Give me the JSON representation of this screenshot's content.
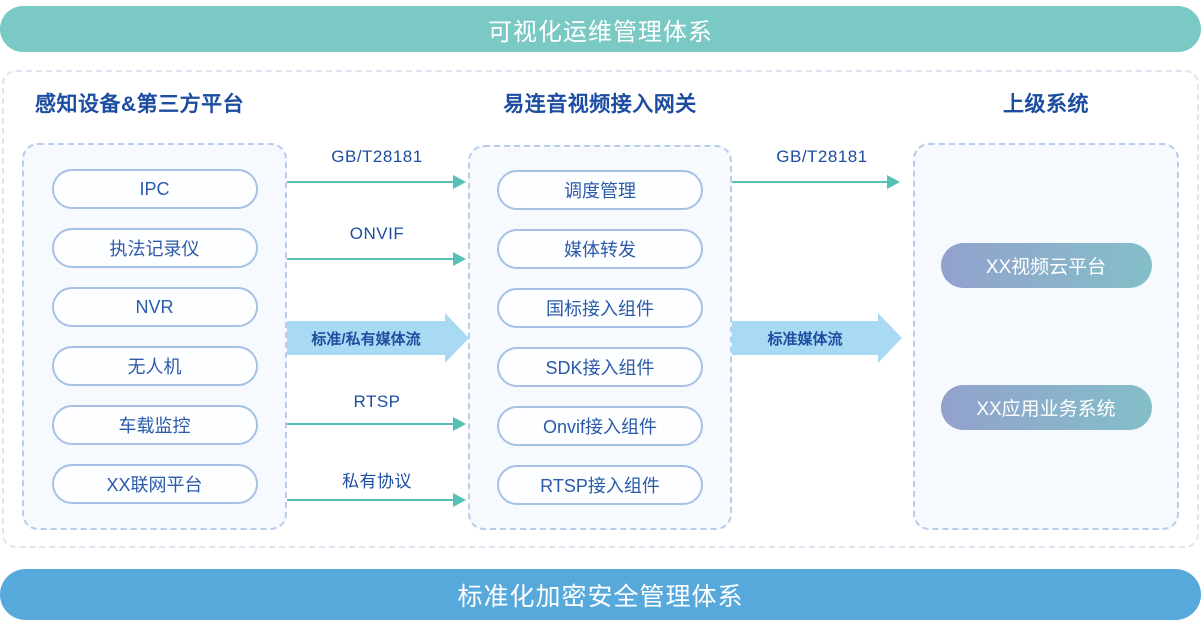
{
  "banners": {
    "top": {
      "label": "可视化运维管理体系",
      "color": "#7bc9c4"
    },
    "bottom": {
      "label": "标准化加密安全管理体系",
      "color": "#57a9dc"
    }
  },
  "columns": [
    {
      "title": "感知设备&第三方平台",
      "items": [
        "IPC",
        "执法记录仪",
        "NVR",
        "无人机",
        "车载监控",
        "XX联网平台"
      ]
    },
    {
      "title": "易连音视频接入网关",
      "items": [
        "调度管理",
        "媒体转发",
        "国标接入组件",
        "SDK接入组件",
        "Onvif接入组件",
        "RTSP接入组件"
      ]
    },
    {
      "title": "上级系统",
      "items": [
        "XX视频云平台",
        "XX应用业务系统"
      ]
    }
  ],
  "flows_left": [
    {
      "label": "GB/T28181",
      "type": "thin"
    },
    {
      "label": "ONVIF",
      "type": "thin"
    },
    {
      "label": "标准/私有媒体流",
      "type": "thick"
    },
    {
      "label": "RTSP",
      "type": "thin"
    },
    {
      "label": "私有协议",
      "type": "thin"
    }
  ],
  "flows_right": [
    {
      "label": "GB/T28181",
      "type": "thin"
    },
    {
      "label": "标准媒体流",
      "type": "thick"
    }
  ],
  "colors": {
    "banner_top": "#7bc9c4",
    "banner_bottom": "#57a9dc",
    "heading_text": "#1c4da0",
    "pill_border": "#a6c1e5",
    "pill_text": "#2a5aa9",
    "group_bg": "#f6f9fd",
    "group_border": "#b7cdeb",
    "thin_arrow": "#56c1b4",
    "thick_arrow": "#a9daf3",
    "gradient_pill_start": "#93a1cd",
    "gradient_pill_end": "#83bfc8"
  }
}
